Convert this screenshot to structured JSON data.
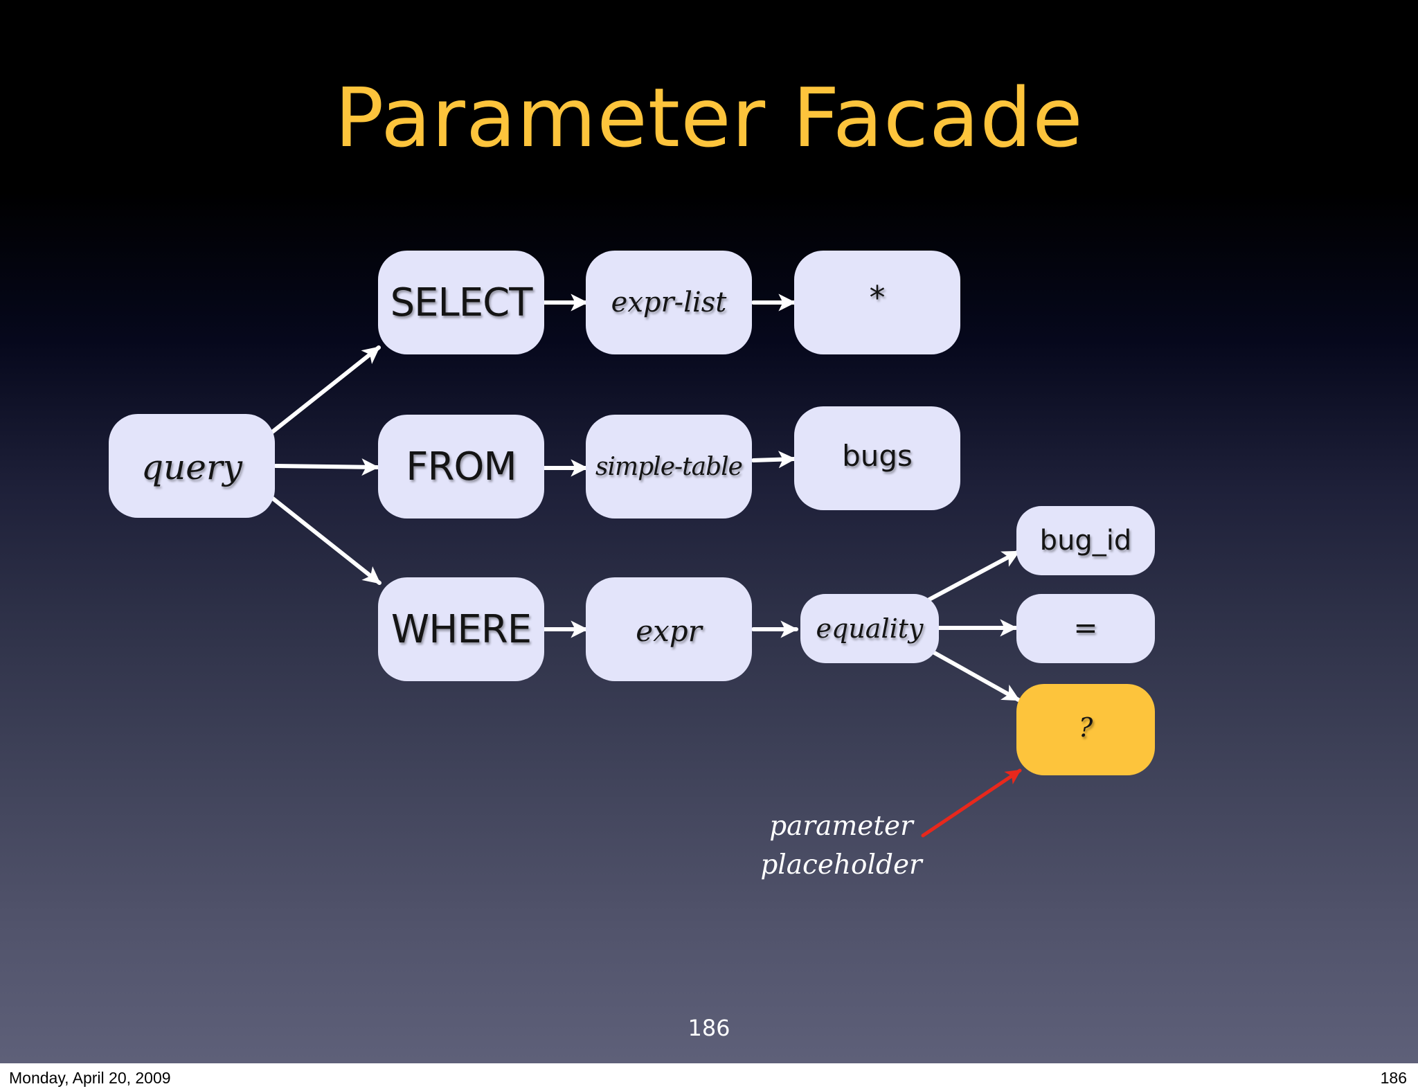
{
  "slide": {
    "title": "Parameter Facade",
    "slide_number": "186"
  },
  "diagram": {
    "nodes": {
      "query": "query",
      "select": "SELECT",
      "from": "FROM",
      "where": "WHERE",
      "expr_list": "expr-list",
      "star": "*",
      "simple_table": "simple-table",
      "bugs": "bugs",
      "expr": "expr",
      "equality": "equality",
      "bug_id": "bug_id",
      "equals": "=",
      "placeholder": "?"
    },
    "annotation": {
      "line1": "parameter",
      "line2": "placeholder",
      "arrow_color": "#e8281c"
    },
    "colors": {
      "node_fill": "#e3e4fa",
      "placeholder_fill": "#fdc43c",
      "title": "#fdc43c",
      "edge": "#ffffff"
    }
  },
  "footer": {
    "date": "Monday, April 20, 2009",
    "page": "186"
  }
}
